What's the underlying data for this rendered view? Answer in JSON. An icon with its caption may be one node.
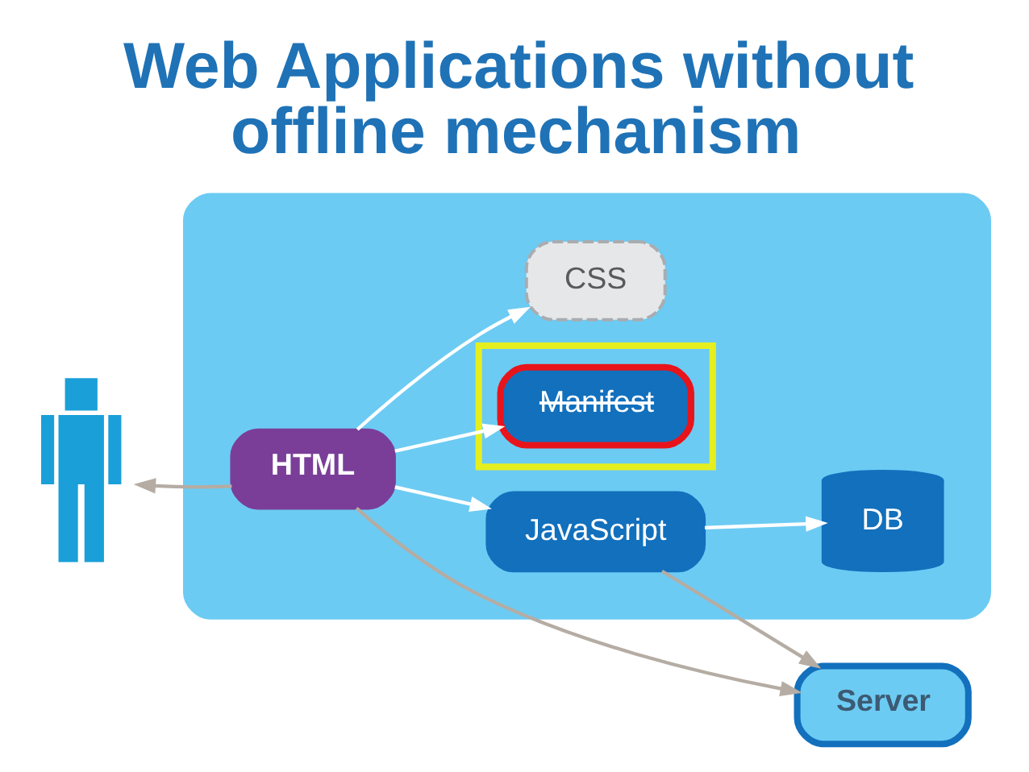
{
  "diagram": {
    "title": "Web Applications without offline mechanism",
    "nodes": [
      {
        "text": [],
        "shape": "box"
      },
      {
        "text": [
          "CSS"
        ],
        "in": 0
      },
      {
        "text": [],
        "shape": "box",
        "in": 0
      },
      {
        "text": [
          "Manifest"
        ],
        "in": 2
      },
      {
        "text": [],
        "shape": "person"
      },
      {
        "text": [
          "HTML"
        ],
        "in": 0
      },
      {
        "text": [
          "JavaScript"
        ],
        "in": 0
      },
      {
        "text": [
          "DB"
        ],
        "in": 0
      },
      {
        "text": [
          "Server"
        ]
      }
    ],
    "edges": [
      {
        "from": 5,
        "to": 4,
        "arrow": "to",
        "color": "#b5aca3"
      },
      {
        "from": 5,
        "to": 1,
        "arrow": "to"
      },
      {
        "from": 5,
        "to": 3,
        "arrow": "to"
      },
      {
        "from": 5,
        "to": 8,
        "arrow": "to",
        "color": "#b5aca3"
      },
      {
        "from": 5,
        "to": 6,
        "arrow": "to"
      },
      {
        "from": 6,
        "to": 7,
        "arrow": "to"
      },
      {
        "from": 6,
        "to": 8,
        "arrow": "to",
        "color": "#b5aca3"
      }
    ]
  }
}
